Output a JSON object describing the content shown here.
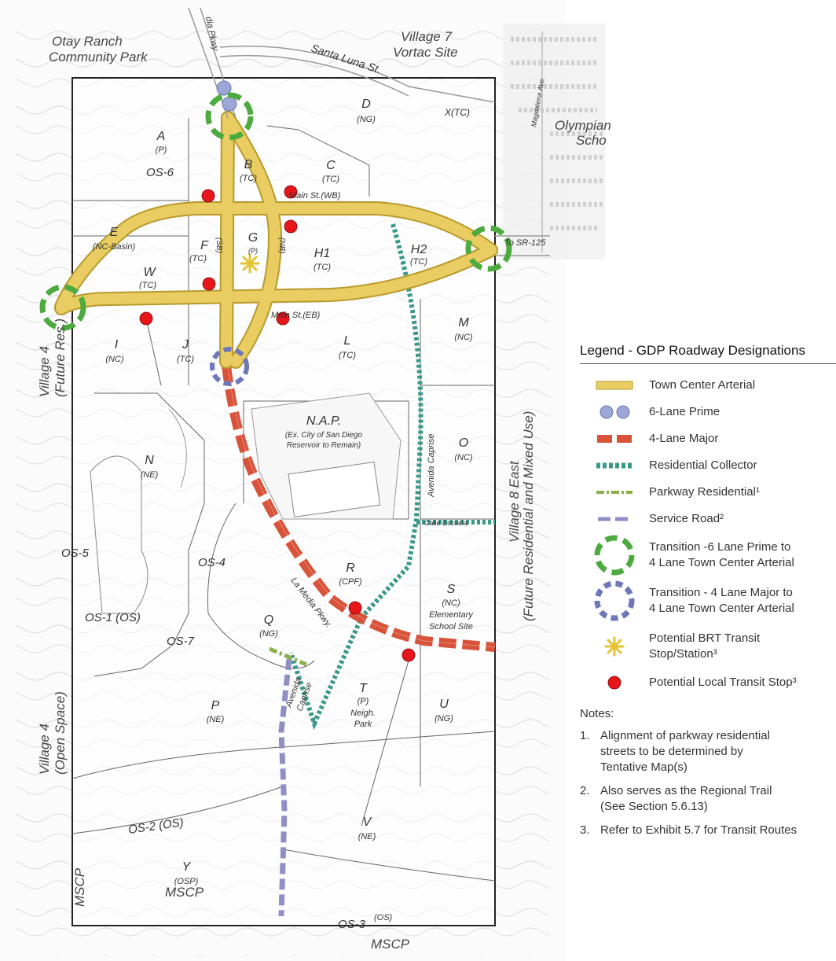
{
  "map": {
    "place_labels": {
      "community_park": [
        "Otay Ranch",
        "Community Park"
      ],
      "village7": [
        "Village 7",
        "Vortac Site"
      ],
      "olympian": [
        "Olympian",
        "Scho"
      ],
      "village4_future": [
        "Village 4",
        "(Future Res.)"
      ],
      "village4_open": [
        "Village 4",
        "(Open Space)"
      ],
      "village8": [
        "Village 8 East",
        "(Future Residential and Mixed Use)"
      ],
      "mscp_left": "MSCP",
      "mscp_bottom": "MSCP",
      "mscp_right": "MSCP"
    },
    "streets": {
      "la_media_top": "dia Pkwy",
      "santa_luna": "Santa Luna St.",
      "magdalena": "Magdalena Ave.",
      "main_wb": "Main St.(WB)",
      "main_eb": "Main St.(EB)",
      "to_sr125": "To SR-125",
      "sb": "(SB)",
      "nb": "(NB)",
      "avenida_caprise": "Avenida Caprise",
      "avenida_caprise_lower": [
        "Avenida",
        "Caprise"
      ],
      "calle_escuela": "Calle Escuela",
      "la_media_pkwy": "La Media Pkwy."
    },
    "parcels": [
      {
        "code": "X(TC)",
        "des": ""
      },
      {
        "code": "D",
        "des": "(NG)"
      },
      {
        "code": "A",
        "des": "(P)"
      },
      {
        "code": "B",
        "des": "(TC)"
      },
      {
        "code": "C",
        "des": "(TC)"
      },
      {
        "code": "E",
        "des": "(NC-Basin)"
      },
      {
        "code": "F",
        "des": "(TC)"
      },
      {
        "code": "G",
        "des": "(P)"
      },
      {
        "code": "H1",
        "des": "(TC)"
      },
      {
        "code": "H2",
        "des": "(TC)"
      },
      {
        "code": "W",
        "des": "(TC)"
      },
      {
        "code": "I",
        "des": "(NC)"
      },
      {
        "code": "J",
        "des": "(TC)"
      },
      {
        "code": "L",
        "des": "(TC)"
      },
      {
        "code": "M",
        "des": "(NC)"
      },
      {
        "code": "N",
        "des": "(NE)"
      },
      {
        "code": "O",
        "des": "(NC)"
      },
      {
        "code": "R",
        "des": "(CPF)"
      },
      {
        "code": "S",
        "des": "(NC)"
      },
      {
        "code": "Q",
        "des": "(NG)"
      },
      {
        "code": "P",
        "des": "(NE)"
      },
      {
        "code": "T",
        "des": "(P)"
      },
      {
        "code": "U",
        "des": "(NG)"
      },
      {
        "code": "V",
        "des": "(NE)"
      },
      {
        "code": "Y",
        "des": "(OSP)"
      }
    ],
    "parcel_extra": {
      "t_extra": [
        "Neigh.",
        "Park"
      ],
      "s_extra": [
        "Elementary",
        "School Site"
      ],
      "nap_title": "N.A.P.",
      "nap_desc": [
        "(Ex. City of San Diego",
        "Reservoir to Remain)"
      ]
    },
    "open_space": {
      "os6": "OS-6",
      "os5": "OS-5",
      "os4": "OS-4",
      "os1": "OS-1 (OS)",
      "os7": "OS-7",
      "os2": "OS-2 (OS)",
      "os3": "OS-3",
      "os3_suffix": "(OS)"
    }
  },
  "legend": {
    "title": "Legend - GDP Roadway Designations",
    "items": [
      {
        "label": "Town Center Arterial",
        "icon": "yellow-band"
      },
      {
        "label": "6-Lane Prime",
        "icon": "blue-dots"
      },
      {
        "label": "4-Lane Major",
        "icon": "red-dashes"
      },
      {
        "label": "Residential Collector",
        "icon": "teal-dotted"
      },
      {
        "label": "Parkway Residential¹",
        "icon": "green-dash-dot"
      },
      {
        "label": "Service Road²",
        "icon": "purple-dash"
      },
      {
        "label": [
          "Transition -6 Lane Prime to",
          "4 Lane Town Center Arterial"
        ],
        "icon": "green-dashed-ring"
      },
      {
        "label": [
          "Transition - 4 Lane Major to",
          "4 Lane Town Center Arterial"
        ],
        "icon": "blue-dashed-ring"
      },
      {
        "label": [
          "Potential BRT Transit",
          "Stop/Station³"
        ],
        "icon": "yellow-asterisk"
      },
      {
        "label": "Potential Local Transit Stop³",
        "icon": "red-dot"
      }
    ],
    "notes_heading": "Notes:",
    "notes": [
      {
        "n": "1.",
        "lines": [
          "Alignment of parkway residential",
          "streets to be determined by",
          "Tentative Map(s)"
        ]
      },
      {
        "n": "2.",
        "lines": [
          "Also serves as the Regional Trail",
          "(See Section 5.6.13)"
        ]
      },
      {
        "n": "3.",
        "lines": [
          "Refer to Exhibit 5.7 for Transit Routes"
        ]
      }
    ]
  },
  "colors": {
    "arterial": "#e9cd62",
    "arterial_edge": "#b89a2c",
    "prime": "#9ca7d8",
    "major": "#d8533a",
    "collector": "#3a9a8a",
    "parkway": "#8ab04a",
    "service": "#8f8fc6",
    "transition_prime": "#4daa3f",
    "transition_major": "#6e78b8",
    "brt": "#e3c430",
    "transit_stop": "#e8161b"
  }
}
